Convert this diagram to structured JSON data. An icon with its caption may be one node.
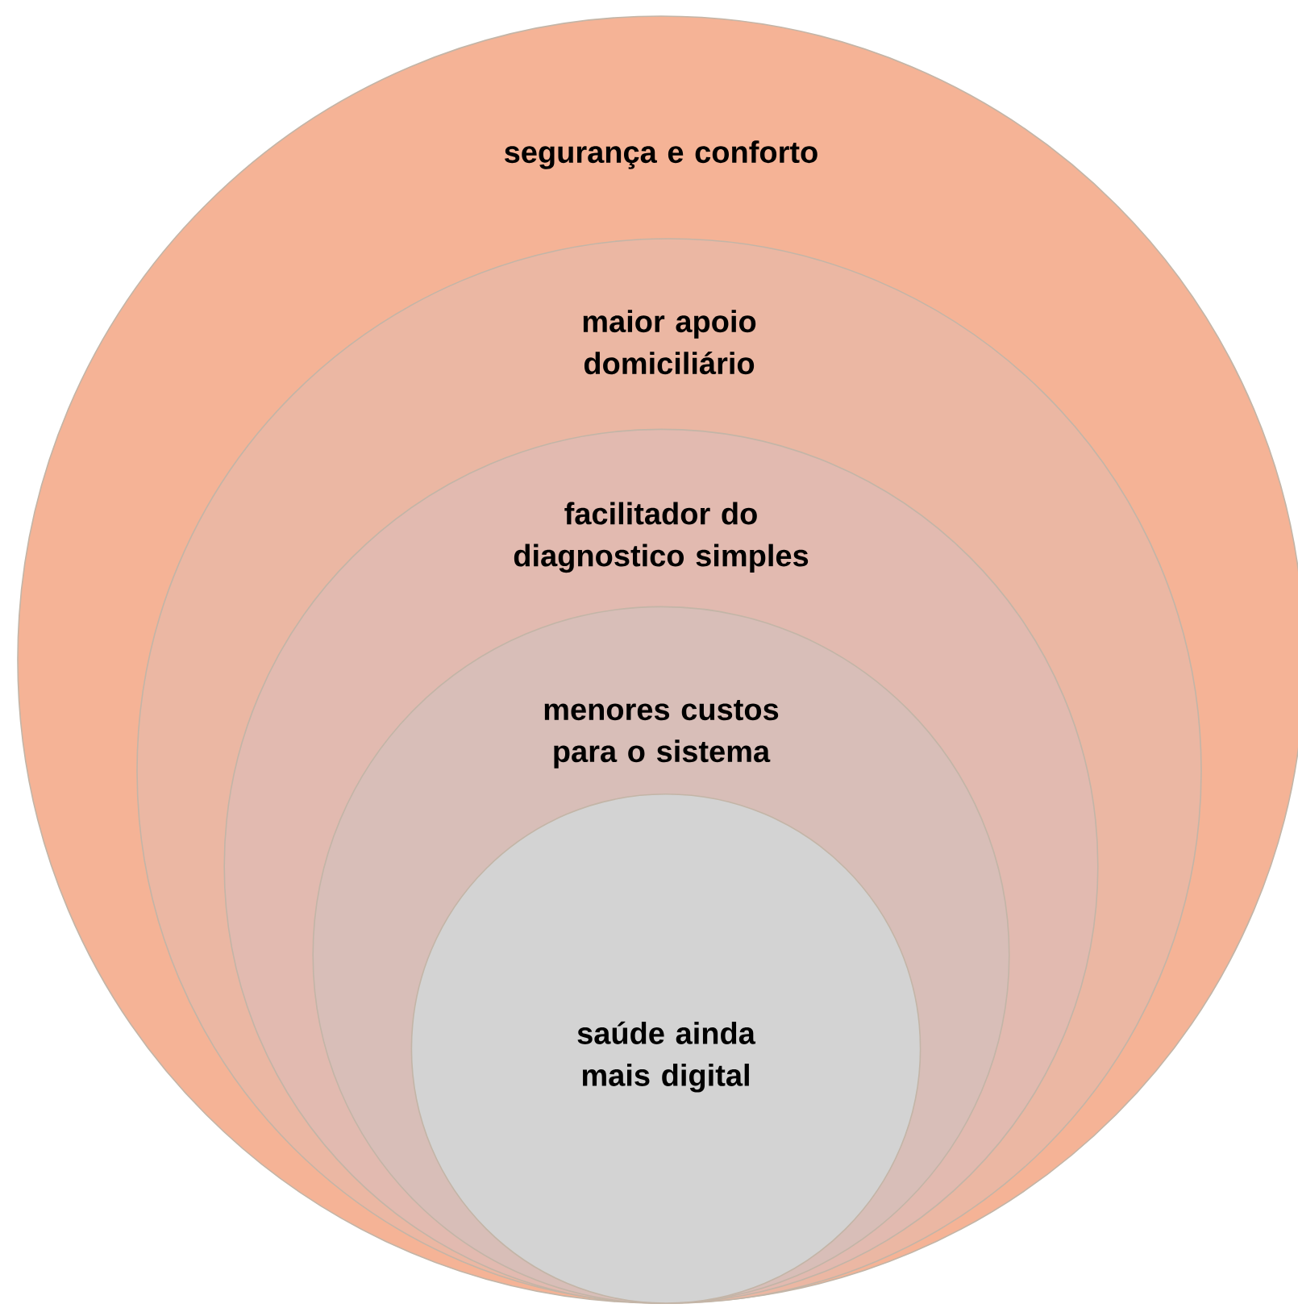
{
  "diagram": {
    "nodes": [
      {
        "text": [
          "segurança e conforto"
        ]
      },
      {
        "text": [
          "maior apoio domiciliário"
        ],
        "in": 0
      },
      {
        "text": [
          "facilitador do diagnostico simples"
        ],
        "in": 1
      },
      {
        "text": [
          "menores custos para o sistema"
        ],
        "in": 2
      },
      {
        "text": [
          "saúde ainda mais digital"
        ],
        "in": 3
      }
    ]
  }
}
